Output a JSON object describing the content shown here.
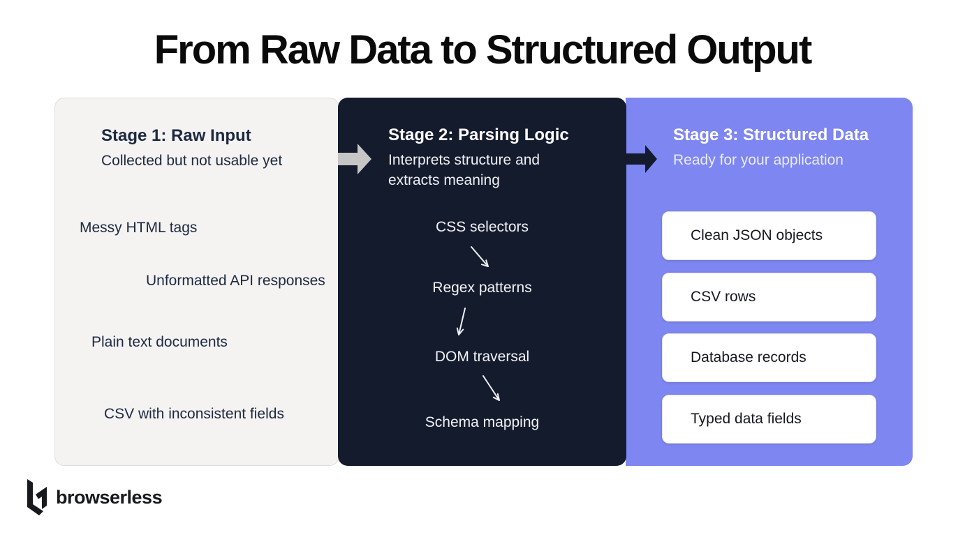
{
  "title": "From Raw Data to Structured Output",
  "stages": [
    {
      "title": "Stage 1: Raw Input",
      "subtitle": "Collected but not usable yet",
      "items": [
        "Messy HTML tags",
        "Unformatted API responses",
        "Plain text documents",
        "CSV with inconsistent fields"
      ]
    },
    {
      "title": "Stage 2: Parsing Logic",
      "subtitle": "Interprets structure and\nextracts meaning",
      "items": [
        "CSS selectors",
        "Regex patterns",
        "DOM traversal",
        "Schema mapping"
      ],
      "connector_icons": [
        "arrow-down-right",
        "arrow-down-left",
        "arrow-down-right"
      ]
    },
    {
      "title": "Stage 3: Structured Data",
      "subtitle": "Ready for your application",
      "items": [
        "Clean JSON objects",
        "CSV rows",
        "Database records",
        "Typed data fields"
      ]
    }
  ],
  "stage_connectors": [
    "arrow-right-gray",
    "arrow-right-dark"
  ],
  "footer": {
    "brand": "browserless",
    "logo_icon": "browserless-b-mark"
  },
  "colors": {
    "page_bg": "#ffffff",
    "title_text": "#0a0a0a",
    "stage1_bg": "#f4f3f2",
    "stage1_text": "#1c2940",
    "stage2_bg": "#141b2d",
    "stage2_text": "#ffffff",
    "stage3_bg": "#7e86f2",
    "card_bg": "#ffffff",
    "card_text": "#16181f",
    "connector_gray": "#c6c6c6",
    "connector_dark": "#141b2d"
  }
}
